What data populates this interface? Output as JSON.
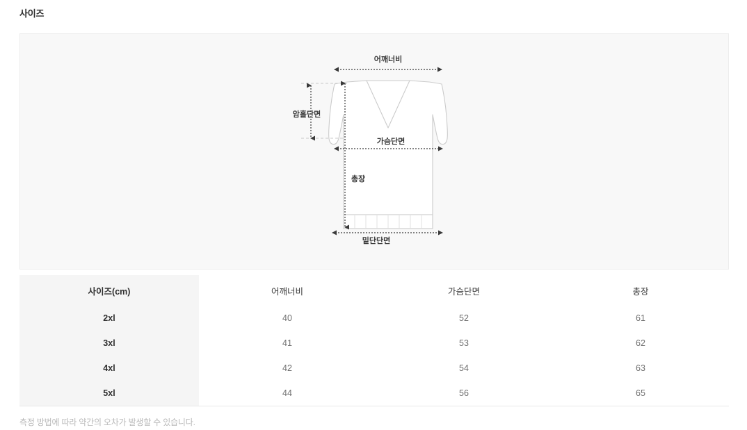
{
  "section": {
    "title": "사이즈"
  },
  "diagram": {
    "labels": {
      "shoulder": "어깨너비",
      "armhole": "암홀단면",
      "chest": "가슴단면",
      "length": "총장",
      "hem": "밑단단면"
    },
    "colors": {
      "panel_bg": "#f8f8f8",
      "garment_fill": "#ffffff",
      "garment_stroke": "#cccccc",
      "dim_line": "#444444",
      "guide_line": "#c9c9c9"
    }
  },
  "table": {
    "headers": [
      "사이즈(cm)",
      "어깨너비",
      "가슴단면",
      "총장"
    ],
    "rows": [
      {
        "size": "2xl",
        "shoulder": "40",
        "chest": "52",
        "length": "61"
      },
      {
        "size": "3xl",
        "shoulder": "41",
        "chest": "53",
        "length": "62"
      },
      {
        "size": "4xl",
        "shoulder": "42",
        "chest": "54",
        "length": "63"
      },
      {
        "size": "5xl",
        "shoulder": "44",
        "chest": "56",
        "length": "65"
      }
    ]
  },
  "footnote": {
    "text": "측정 방법에 따라 약간의 오차가 발생할 수 있습니다."
  }
}
